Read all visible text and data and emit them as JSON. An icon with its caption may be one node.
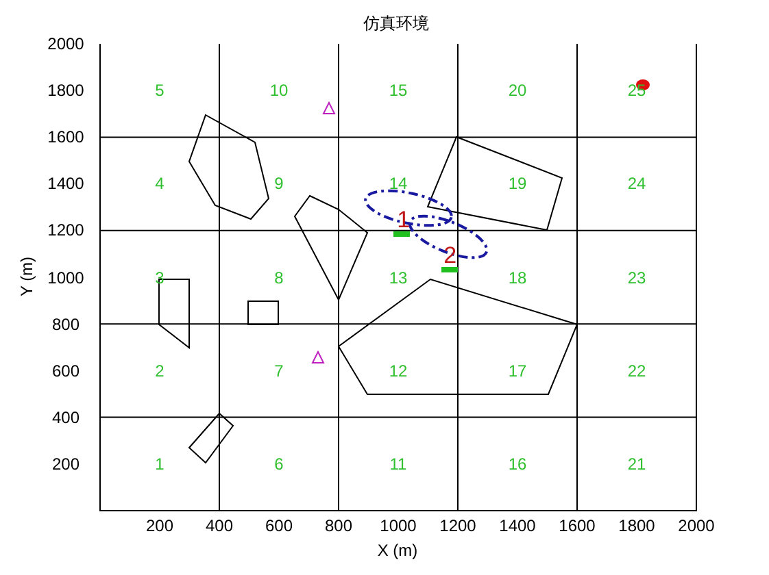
{
  "diagram": {
    "title": "仿真环境",
    "labels": [
      "1",
      "2",
      "3",
      "4",
      "5",
      "6",
      "7",
      "8",
      "9",
      "10",
      "11",
      "12",
      "13",
      "14",
      "15",
      "16",
      "17",
      "18",
      "19",
      "20",
      "21",
      "22",
      "23",
      "24",
      "25",
      "1",
      "2",
      "2000",
      "1800",
      "1600",
      "1400",
      "1200",
      "1000",
      "800",
      "600",
      "400",
      "200",
      "200",
      "400",
      "600",
      "800",
      "1000",
      "1200",
      "1400",
      "1600",
      "1800",
      "2000",
      "Y (m)",
      "X (m)"
    ]
  }
}
